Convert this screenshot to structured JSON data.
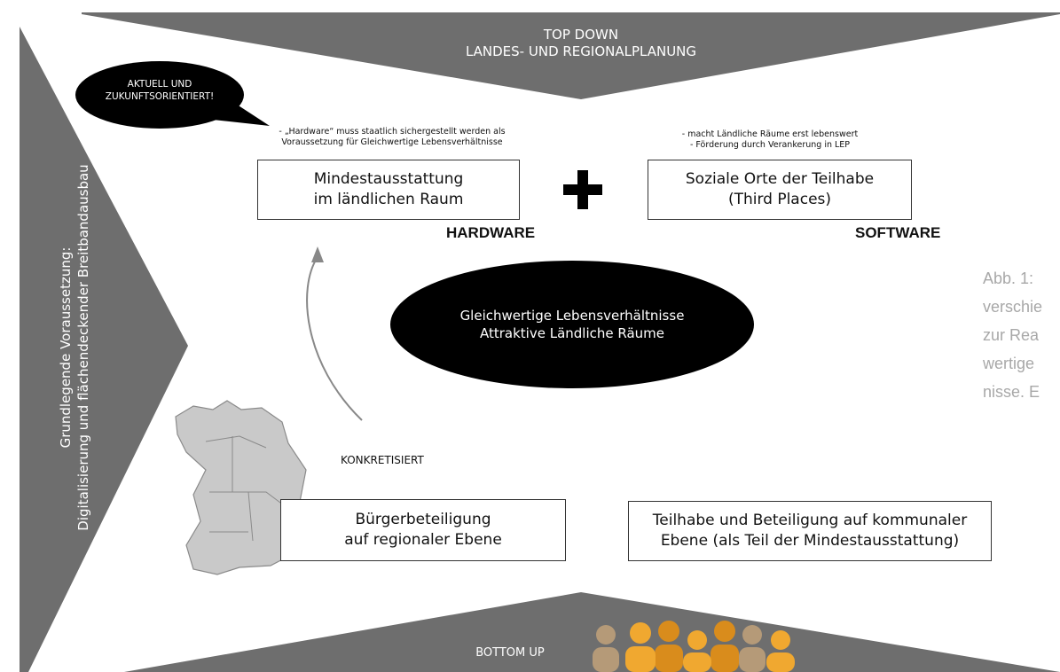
{
  "top_banner": {
    "line1": "TOP DOWN",
    "line2": "LANDES- UND REGIONALPLANUNG"
  },
  "left_banner": {
    "line1": "Grundlegende Voraussetzung:",
    "line2": "Digitalisierung und flächendeckender Breitbandausbau"
  },
  "bottom_banner": {
    "label": "BOTTOM UP"
  },
  "speech_bubble": {
    "text": "AKTUELL UND\nZUKUNFTSORIENTIERT!"
  },
  "hardware": {
    "note": "- „Hardware“ muss staatlich sichergestellt werden als\nVoraussetzung für Gleichwertige Lebensverhältnisse",
    "box": "Mindestausstattung\nim ländlichen Raum",
    "tag": "HARDWARE"
  },
  "plus": "+",
  "software": {
    "note": "- macht Ländliche Räume erst lebenswert\n- Förderung durch Verankerung in LEP",
    "box": "Soziale Orte der Teilhabe\n(Third Places)",
    "tag": "SOFTWARE"
  },
  "center_ellipse": {
    "line1": "Gleichwertige Lebensverhältnisse",
    "line2": "Attraktive Ländliche Räume"
  },
  "arrow_label": "KONKRETISIERT",
  "regional_box": "Bürgerbeteiligung\nauf regionaler Ebene",
  "municipal_box": "Teilhabe und Beteiligung auf kommunaler\nEbene (als Teil der Mindestausstattung)",
  "caption": "Abb. 1:\nverschie\nzur Rea\nwertige\nnisse. E",
  "colors": {
    "banner": "#6e6e6e",
    "people_light": "#f0a830",
    "people_dark": "#d98c1c",
    "people_grey": "#b59a78",
    "map": "#c9c9c9"
  }
}
